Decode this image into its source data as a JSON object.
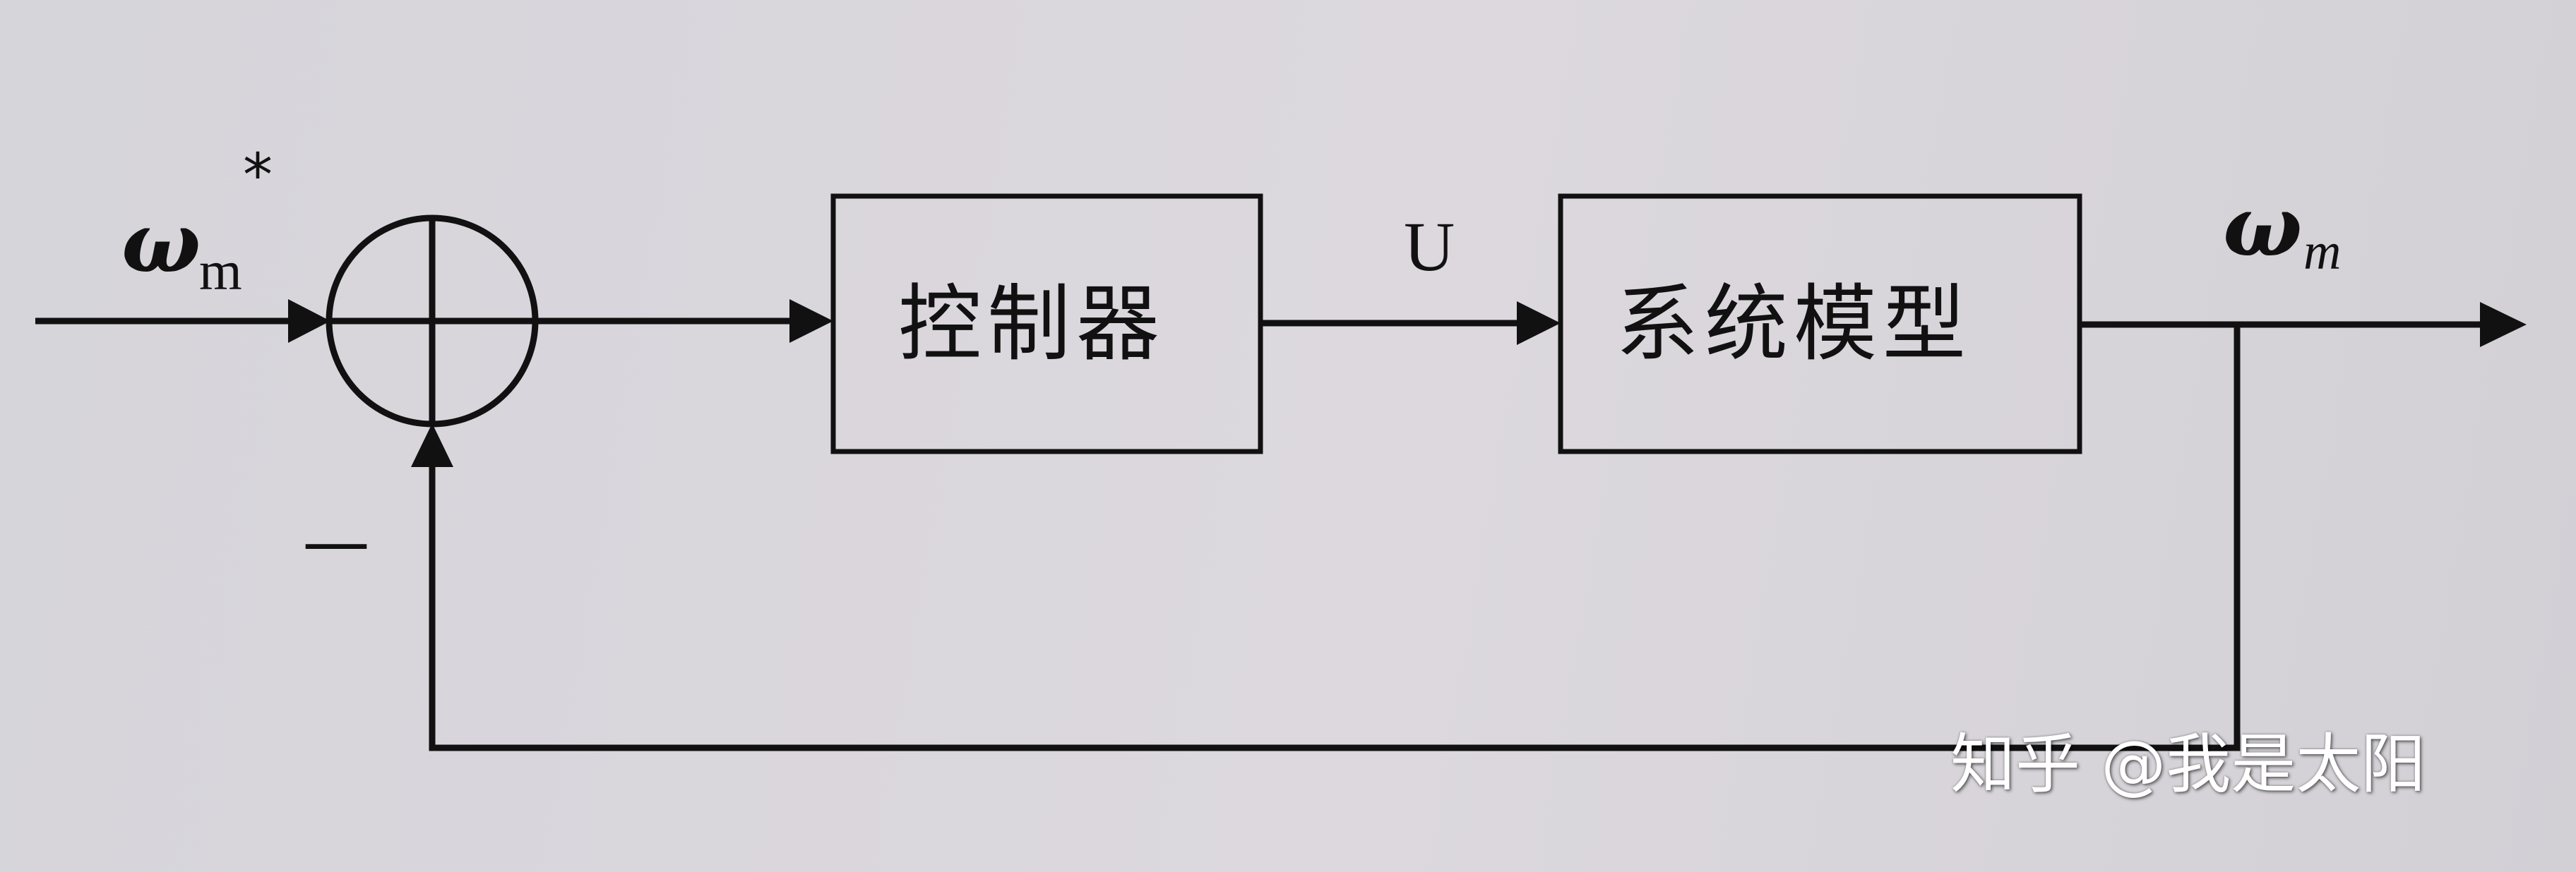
{
  "diagram": {
    "reference_input": {
      "symbol": "ω",
      "subscript": "m",
      "superscript": "*"
    },
    "feedback_sign": "—",
    "controller": {
      "label": "控制器"
    },
    "control_signal": {
      "label": "U"
    },
    "plant": {
      "label": "系统模型"
    },
    "output": {
      "symbol": "ω",
      "subscript": "m"
    }
  },
  "watermark": {
    "text": "知乎 @我是太阳"
  },
  "colors": {
    "line": "#111111",
    "background": "#d8d6db",
    "watermark": "#ffffff"
  }
}
